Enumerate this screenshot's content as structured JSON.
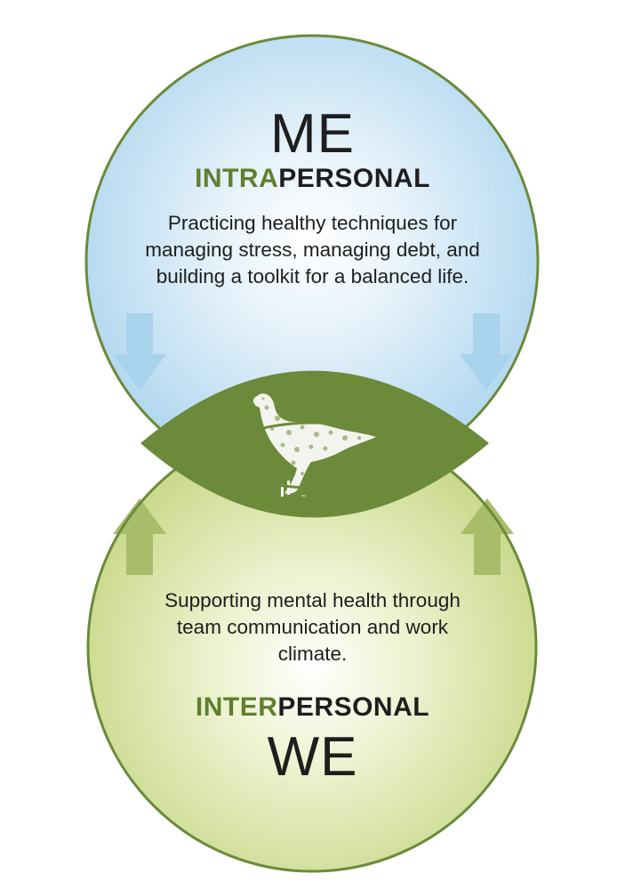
{
  "top": {
    "heading": "ME",
    "subheading_highlight": "INTRA",
    "subheading_rest": "PERSONAL",
    "description": [
      "Practicing healthy techniques for",
      "managing stress, managing debt, and",
      "building a toolkit for a balanced life."
    ]
  },
  "bottom": {
    "description": [
      "Supporting mental health through",
      "team communication and work",
      "climate."
    ],
    "subheading_highlight": "INTER",
    "subheading_rest": "PERSONAL",
    "heading": "WE"
  },
  "center": {
    "icon": "bird-icon",
    "mark": "™"
  },
  "colors": {
    "top_circle": "#bfe0f2",
    "bottom_circle": "#cddb94",
    "outline": "#6b8a3a",
    "center": "#6b8a3a",
    "accent_text": "#5f7f2e",
    "arrow_down": "#a9d2ec",
    "arrow_up": "#a9bc6a"
  }
}
